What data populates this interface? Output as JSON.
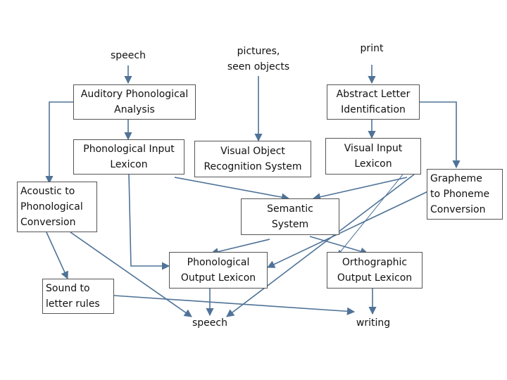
{
  "inputs": {
    "speech": "speech",
    "pictures": "pictures,\nseen objects",
    "print": "print"
  },
  "boxes": {
    "auditory_phonological_analysis": "Auditory Phonological\nAnalysis",
    "abstract_letter_identification": "Abstract Letter\nIdentification",
    "phonological_input_lexicon": "Phonological  Input\nLexicon",
    "visual_object_recognition_system": "Visual Object\nRecognition System",
    "visual_input_lexicon": "Visual Input\nLexicon",
    "acoustic_to_phonological_conversion": "Acoustic to\nPhonological\nConversion",
    "semantic_system": "Semantic\nSystem",
    "grapheme_to_phoneme_conversion": "Grapheme\nto Phoneme\nConversion",
    "sound_to_letter_rules": "Sound to\nletter rules",
    "phonological_output_lexicon": "Phonological\nOutput Lexicon",
    "orthographic_output_lexicon": "Orthographic\nOutput Lexicon"
  },
  "outputs": {
    "speech": "speech",
    "writing": "writing"
  },
  "colors": {
    "arrow": "#4f7397",
    "box_border": "#555555"
  }
}
